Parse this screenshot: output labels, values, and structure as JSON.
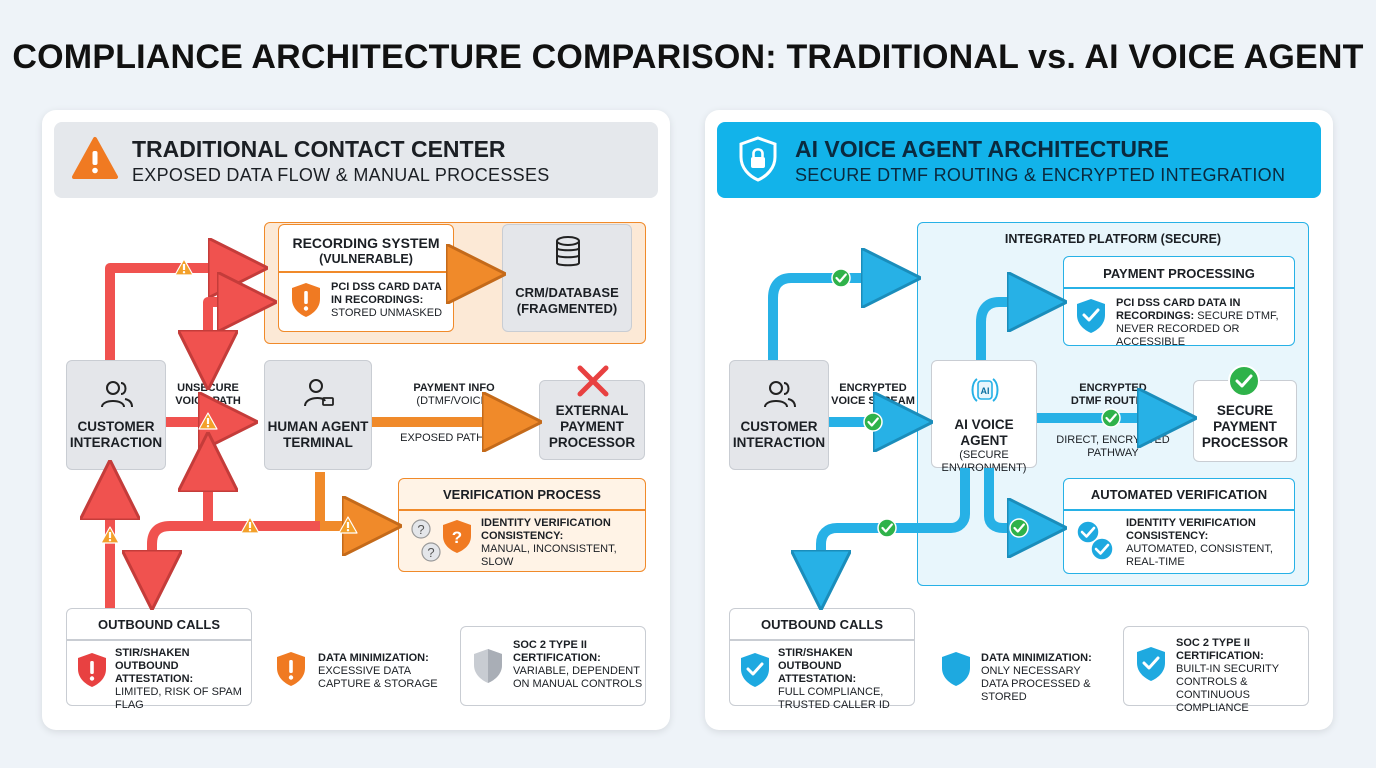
{
  "title": "COMPLIANCE ARCHITECTURE COMPARISON: TRADITIONAL vs. AI VOICE AGENT",
  "left": {
    "header_title": "TRADITIONAL CONTACT CENTER",
    "header_subtitle": "EXPOSED DATA FLOW & MANUAL PROCESSES",
    "header_icon": "warning-icon",
    "recording": {
      "title_line1": "RECORDING SYSTEM",
      "title_line2": "(VULNERABLE)",
      "detail_bold": "PCI DSS CARD DATA IN RECORDINGS:",
      "detail_text": "STORED UNMASKED"
    },
    "crm": {
      "line1": "CRM/DATABASE",
      "line2": "(FRAGMENTED)",
      "icon": "database-icon"
    },
    "customer": {
      "line1": "CUSTOMER",
      "line2": "INTERACTION",
      "icon": "users-icon"
    },
    "unsecure_label": {
      "line1": "UNSECURE",
      "line2": "VOICE PATH"
    },
    "agent": {
      "line1": "HUMAN AGENT",
      "line2": "TERMINAL",
      "icon": "agent-icon"
    },
    "payment_info": {
      "line1": "PAYMENT INFO",
      "line2": "(DTMF/VOICE)"
    },
    "exposed_pathway": "EXPOSED PATHWAY",
    "external": {
      "line1": "EXTERNAL",
      "line2": "PAYMENT",
      "line3": "PROCESSOR",
      "icon": "x-mark-icon"
    },
    "verification": {
      "title": "VERIFICATION PROCESS",
      "detail_bold": "IDENTITY VERIFICATION CONSISTENCY:",
      "detail_text": "MANUAL, INCONSISTENT, SLOW"
    },
    "outbound": {
      "title": "OUTBOUND CALLS",
      "detail_bold": "STIR/SHAKEN OUTBOUND ATTESTATION:",
      "detail_text": "LIMITED, RISK OF SPAM FLAG"
    },
    "minimization": {
      "bold": "DATA MINIMIZATION:",
      "text": "EXCESSIVE DATA CAPTURE & STORAGE"
    },
    "soc": {
      "bold": "SOC 2 TYPE II CERTIFICATION:",
      "text": "VARIABLE, DEPENDENT ON MANUAL CONTROLS"
    }
  },
  "right": {
    "header_title": "AI VOICE AGENT ARCHITECTURE",
    "header_subtitle": "SECURE DTMF ROUTING & ENCRYPTED INTEGRATION",
    "header_icon": "shield-lock-icon",
    "platform_title": "INTEGRATED PLATFORM (SECURE)",
    "payment": {
      "title": "PAYMENT PROCESSING",
      "detail_bold": "PCI DSS CARD DATA IN RECORDINGS:",
      "detail_text": "SECURE DTMF, NEVER RECORDED OR ACCESSIBLE"
    },
    "customer": {
      "line1": "CUSTOMER",
      "line2": "INTERACTION"
    },
    "encrypted_voice": {
      "line1": "ENCRYPTED",
      "line2": "VOICE STREAM"
    },
    "ai_agent": {
      "badge": "AI",
      "line1": "AI VOICE AGENT",
      "line2": "(SECURE",
      "line3": "ENVIRONMENT)"
    },
    "encrypted_dtmf": {
      "line1": "ENCRYPTED",
      "line2": "DTMF ROUTING"
    },
    "direct_pathway": {
      "line1": "DIRECT, ENCRYPTED",
      "line2": "PATHWAY"
    },
    "secure_processor": {
      "line1": "SECURE",
      "line2": "PAYMENT",
      "line3": "PROCESSOR"
    },
    "verification": {
      "title": "AUTOMATED VERIFICATION",
      "detail_bold": "IDENTITY VERIFICATION CONSISTENCY:",
      "detail_text": "AUTOMATED, CONSISTENT, REAL-TIME"
    },
    "outbound": {
      "title": "OUTBOUND CALLS",
      "detail_bold": "STIR/SHAKEN OUTBOUND ATTESTATION:",
      "detail_text": "FULL COMPLIANCE, TRUSTED CALLER ID"
    },
    "minimization": {
      "bold": "DATA MINIMIZATION:",
      "text": "ONLY NECESSARY DATA PROCESSED & STORED"
    },
    "soc": {
      "bold": "SOC 2 TYPE II CERTIFICATION:",
      "text": "BUILT-IN SECURITY CONTROLS & CONTINUOUS COMPLIANCE"
    }
  },
  "colors": {
    "red_arrow": "#f0524f",
    "orange_arrow": "#f08a2a",
    "blue_arrow": "#27b1e6",
    "check_green": "#2fb24a",
    "header_blue": "#12b3ea"
  }
}
